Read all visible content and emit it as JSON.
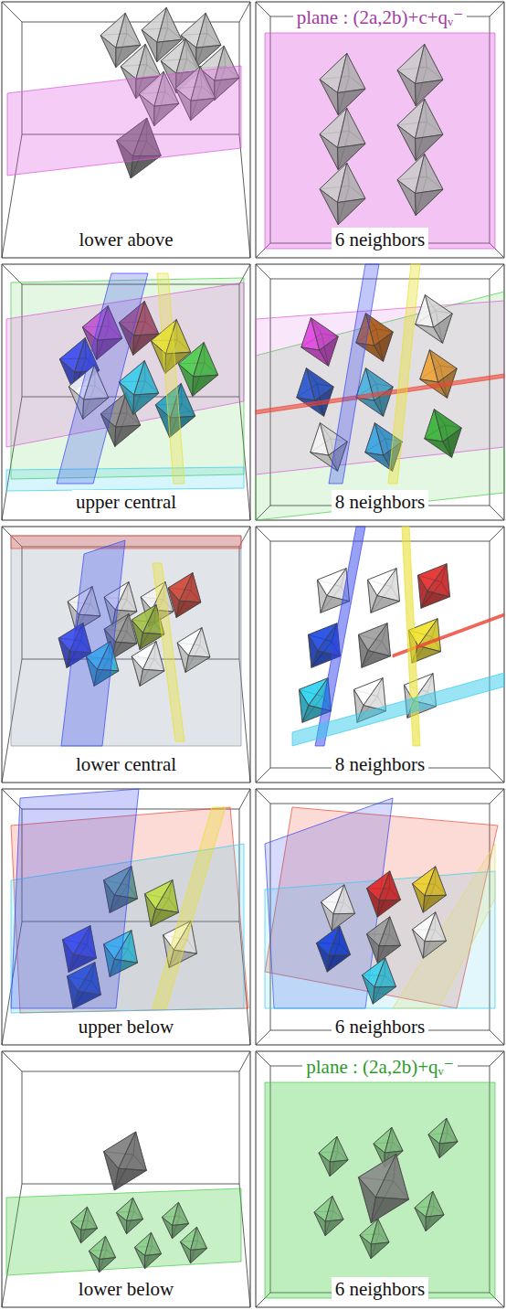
{
  "diagram": {
    "labels": [
      "plane : (2a,2b)+c+qᵥ⁻",
      "lower above",
      "6 neighbors",
      "upper central",
      "8 neighbors",
      "lower central",
      "8 neighbors",
      "upper below",
      "6 neighbors",
      "plane : (2a,2b)+qᵥ⁻",
      "lower below",
      "6 neighbors"
    ]
  }
}
